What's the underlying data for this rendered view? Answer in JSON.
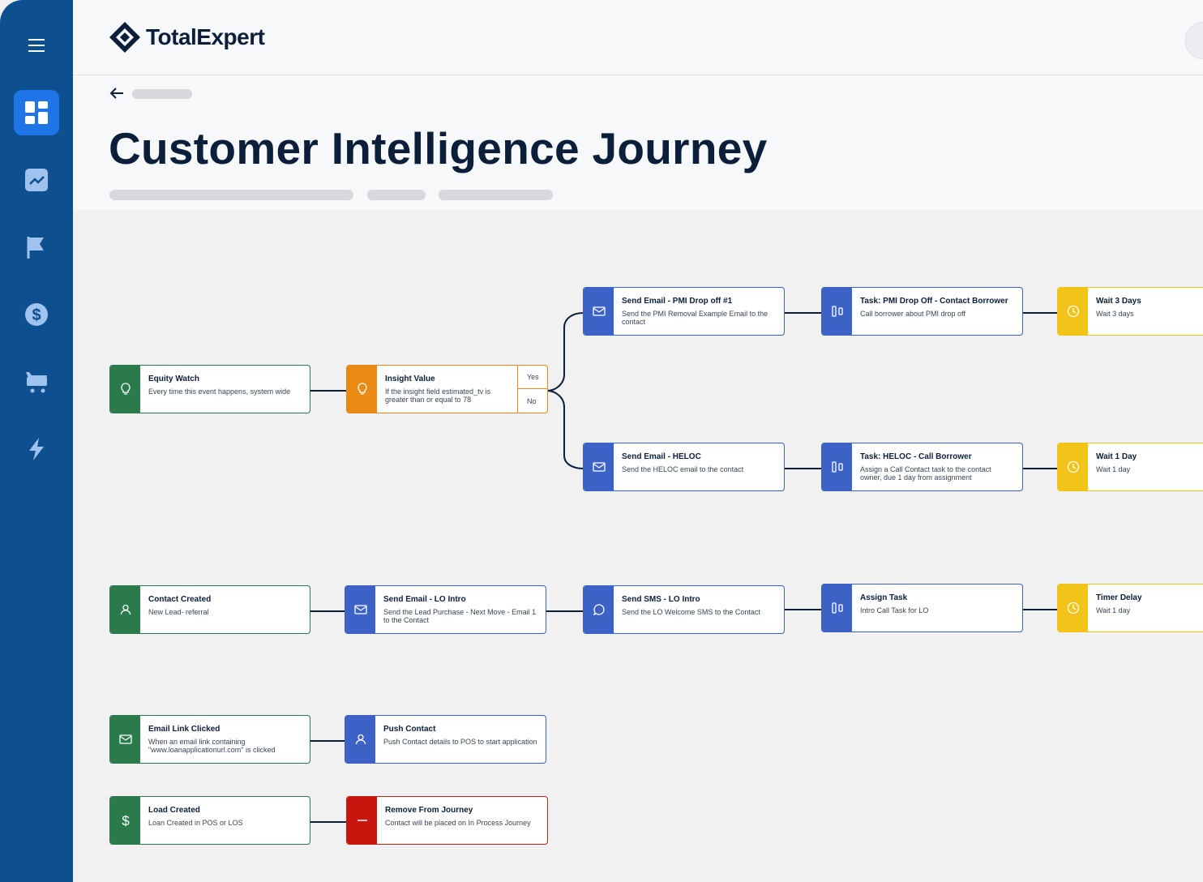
{
  "app": {
    "logo_text": "TotalExpert"
  },
  "sidebar": {
    "items": [
      {
        "name": "menu",
        "icon": "hamburger-icon"
      },
      {
        "name": "dashboard",
        "icon": "dashboard-grid-icon",
        "active": true
      },
      {
        "name": "analytics",
        "icon": "trend-chart-icon"
      },
      {
        "name": "campaigns",
        "icon": "flag-icon"
      },
      {
        "name": "finance",
        "icon": "dollar-icon"
      },
      {
        "name": "marketplace",
        "icon": "cart-icon"
      },
      {
        "name": "automations",
        "icon": "lightning-icon"
      }
    ]
  },
  "page": {
    "title": "Customer Intelligence Journey"
  },
  "journey": {
    "nodes": {
      "equity_watch": {
        "title": "Equity Watch",
        "desc": "Every time this event happens, system wide"
      },
      "insight_value": {
        "title": "Insight Value",
        "desc": "If the insight field estimated_tv is greater than or equal to 78",
        "yes": "Yes",
        "no": "No"
      },
      "send_email_pmi": {
        "title": "Send Email - PMI Drop off #1",
        "desc": "Send the PMI Removal Example Email to the contact"
      },
      "task_pmi": {
        "title": "Task: PMI Drop Off - Contact Borrower",
        "desc": "Call borrower about PMI drop off"
      },
      "wait_3_days": {
        "title": "Wait 3 Days",
        "desc": "Wait 3 days"
      },
      "send_email_heloc": {
        "title": "Send Email - HELOC",
        "desc": "Send the HELOC email to the contact"
      },
      "task_heloc": {
        "title": "Task: HELOC - Call Borrower",
        "desc": "Assign a Call Contact task to the contact owner, due 1 day from assignment"
      },
      "wait_1_day": {
        "title": "Wait 1 Day",
        "desc": "Wait 1 day"
      },
      "contact_created": {
        "title": "Contact Created",
        "desc": "New Lead- referral"
      },
      "send_email_lo": {
        "title": "Send Email - LO Intro",
        "desc": "Send the Lead Purchase - Next Move - Email 1 to the Contact"
      },
      "send_sms_lo": {
        "title": "Send SMS - LO Intro",
        "desc": "Send the LO Welcome SMS to the Contact"
      },
      "assign_task": {
        "title": "Assign Task",
        "desc": "Intro Call Task for LO"
      },
      "timer_delay": {
        "title": "Timer Delay",
        "desc": "Wait 1 day"
      },
      "email_link_clicked": {
        "title": "Email Link Clicked",
        "desc": "When an email link containing \"www.loanapplicationurl.com\" is clicked"
      },
      "push_contact": {
        "title": "Push Contact",
        "desc": "Push Contact details to POS to start application"
      },
      "load_created": {
        "title": "Load Created",
        "desc": "Loan Created in POS or LOS"
      },
      "remove_from_journey": {
        "title": "Remove From Journey",
        "desc": "Contact will be placed on In Process Journey"
      }
    }
  },
  "colors": {
    "sidebar": "#0d4f8f",
    "active": "#1f75e8",
    "trigger": "#2b7a4b",
    "action": "#3b62c4",
    "condition": "#e88a14",
    "wait": "#f2c318",
    "remove": "#c8160f"
  }
}
